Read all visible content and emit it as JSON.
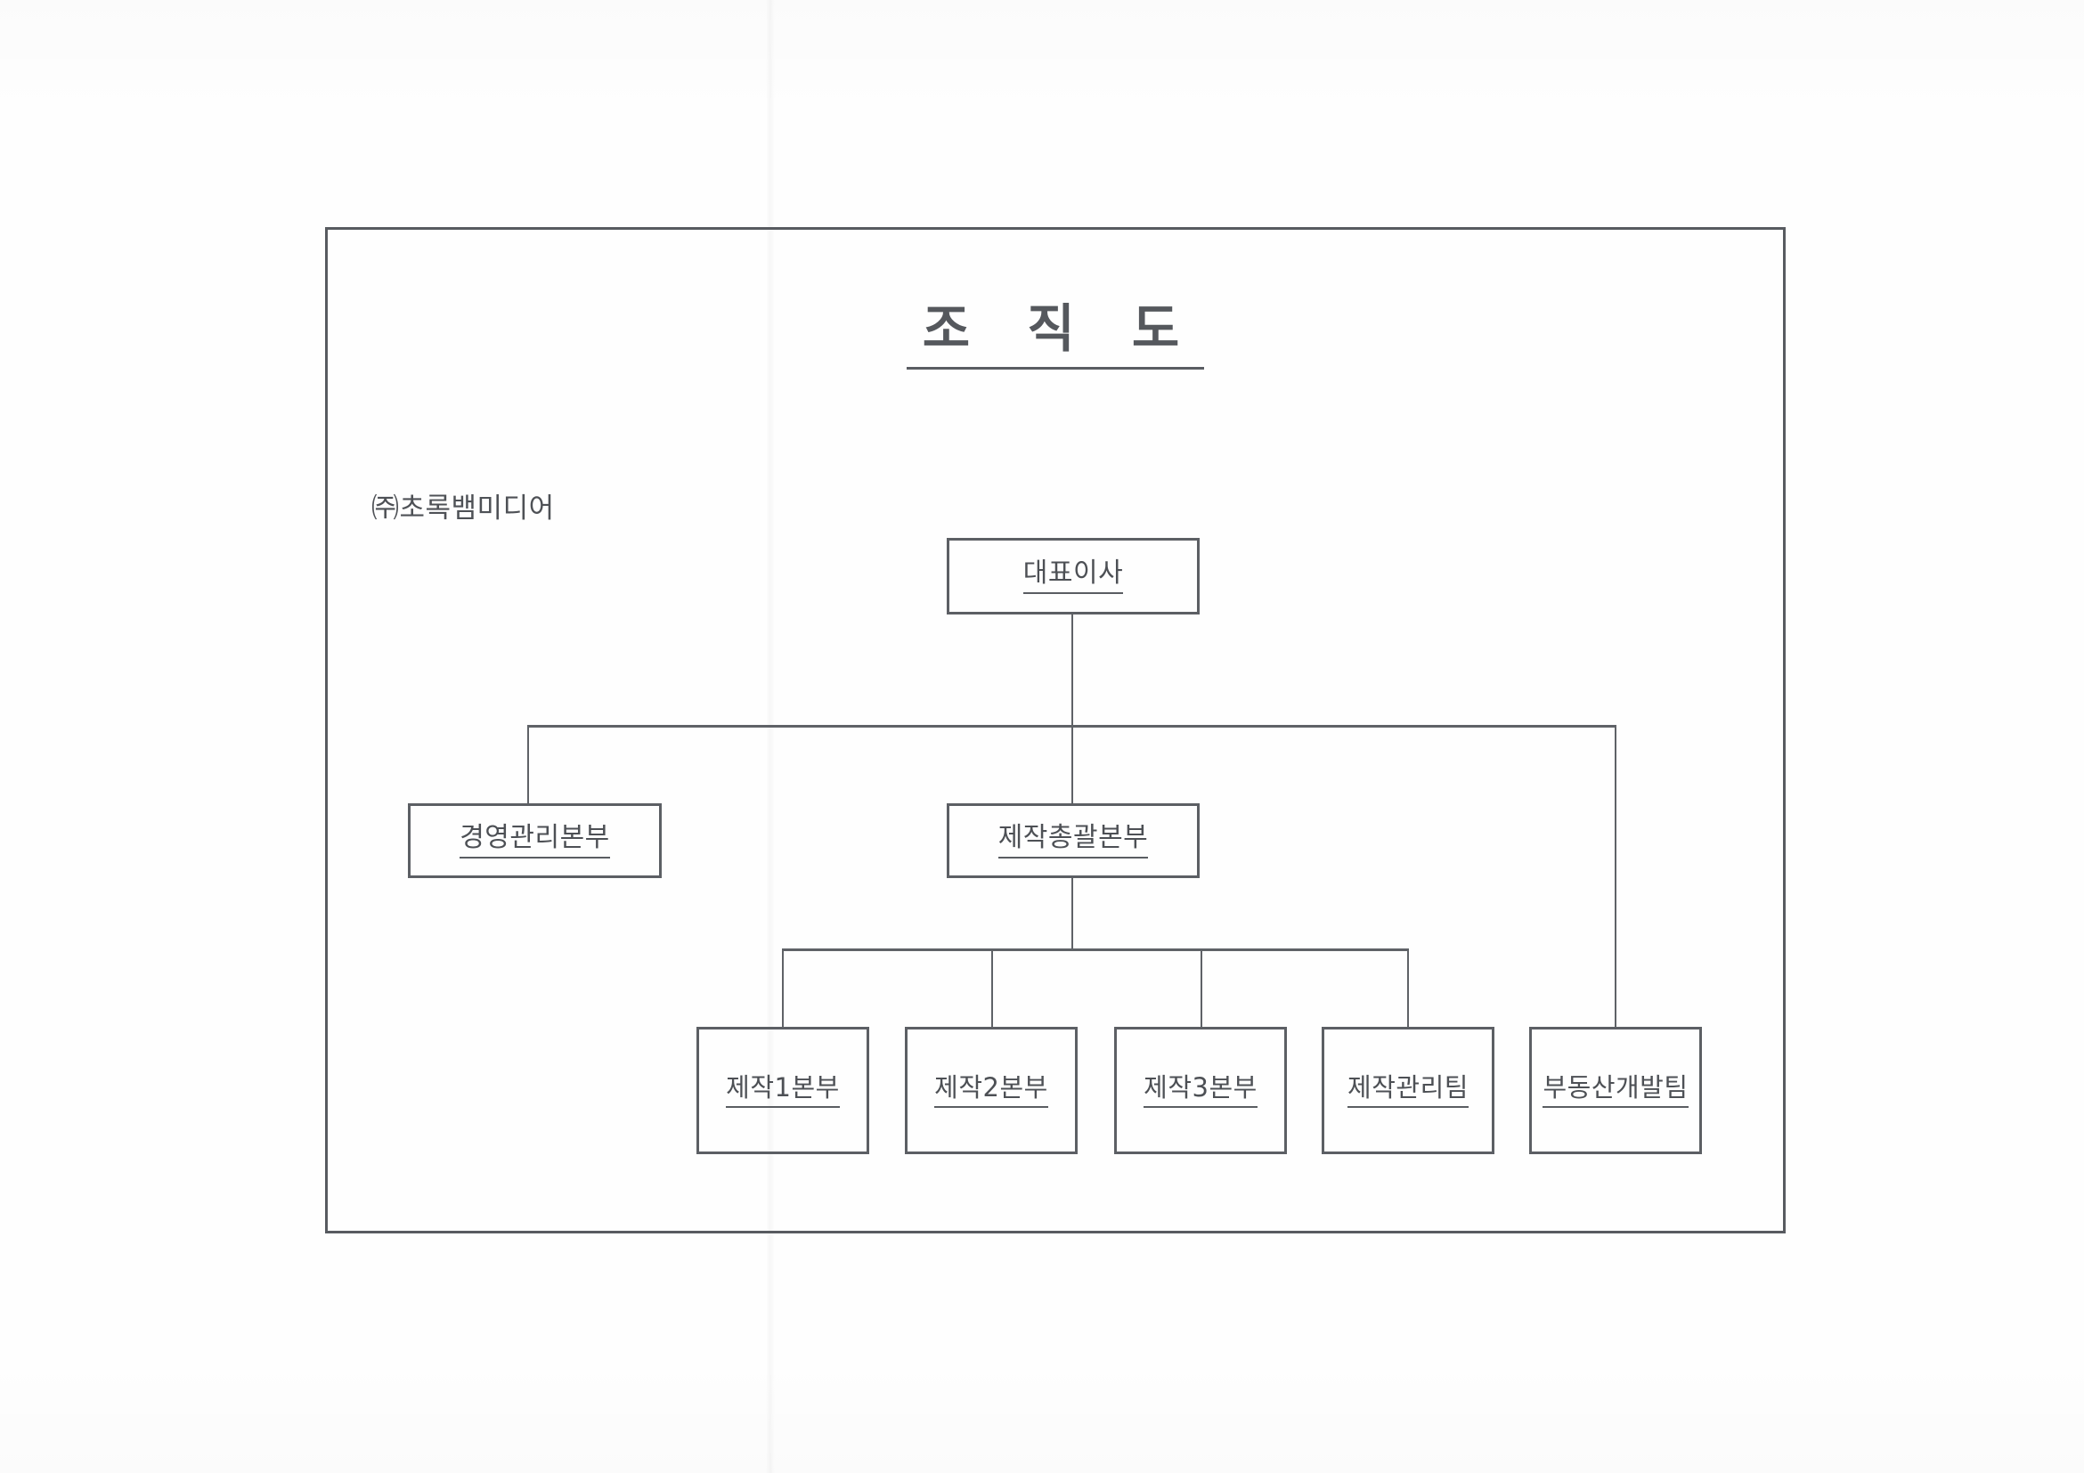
{
  "document": {
    "title": "조 직 도",
    "title_plain": "조직도",
    "company": "㈜초록뱀미디어"
  },
  "colors": {
    "line": "#5c5f64",
    "text": "#4d5055",
    "paper": "#fefefe"
  },
  "chart_data": {
    "type": "diagram",
    "diagram_kind": "organization-chart",
    "title": "조 직 도",
    "root_label": "㈜초록뱀미디어",
    "nodes": [
      {
        "id": "ceo",
        "label": "대표이사",
        "level": 1,
        "parent": null
      },
      {
        "id": "mgmt",
        "label": "경영관리본부",
        "level": 2,
        "parent": "ceo"
      },
      {
        "id": "prod_head",
        "label": "제작총괄본부",
        "level": 2,
        "parent": "ceo"
      },
      {
        "id": "realestate",
        "label": "부동산개발팀",
        "level": 3,
        "parent": "ceo"
      },
      {
        "id": "prod1",
        "label": "제작1본부",
        "level": 3,
        "parent": "prod_head"
      },
      {
        "id": "prod2",
        "label": "제작2본부",
        "level": 3,
        "parent": "prod_head"
      },
      {
        "id": "prod3",
        "label": "제작3본부",
        "level": 3,
        "parent": "prod_head"
      },
      {
        "id": "prodmgmt",
        "label": "제작관리팀",
        "level": 3,
        "parent": "prod_head"
      }
    ],
    "edges": [
      {
        "from": "ceo",
        "to": "mgmt"
      },
      {
        "from": "ceo",
        "to": "prod_head"
      },
      {
        "from": "ceo",
        "to": "realestate"
      },
      {
        "from": "prod_head",
        "to": "prod1"
      },
      {
        "from": "prod_head",
        "to": "prod2"
      },
      {
        "from": "prod_head",
        "to": "prod3"
      },
      {
        "from": "prod_head",
        "to": "prodmgmt"
      }
    ]
  },
  "nodes": {
    "ceo": {
      "label": "대표이사"
    },
    "mgmt": {
      "label": "경영관리본부"
    },
    "prod_head": {
      "label": "제작총괄본부"
    },
    "prod1": {
      "label": "제작1본부"
    },
    "prod2": {
      "label": "제작2본부"
    },
    "prod3": {
      "label": "제작3본부"
    },
    "prodmgmt": {
      "label": "제작관리팀"
    },
    "realestate": {
      "label": "부동산개발팀"
    }
  }
}
